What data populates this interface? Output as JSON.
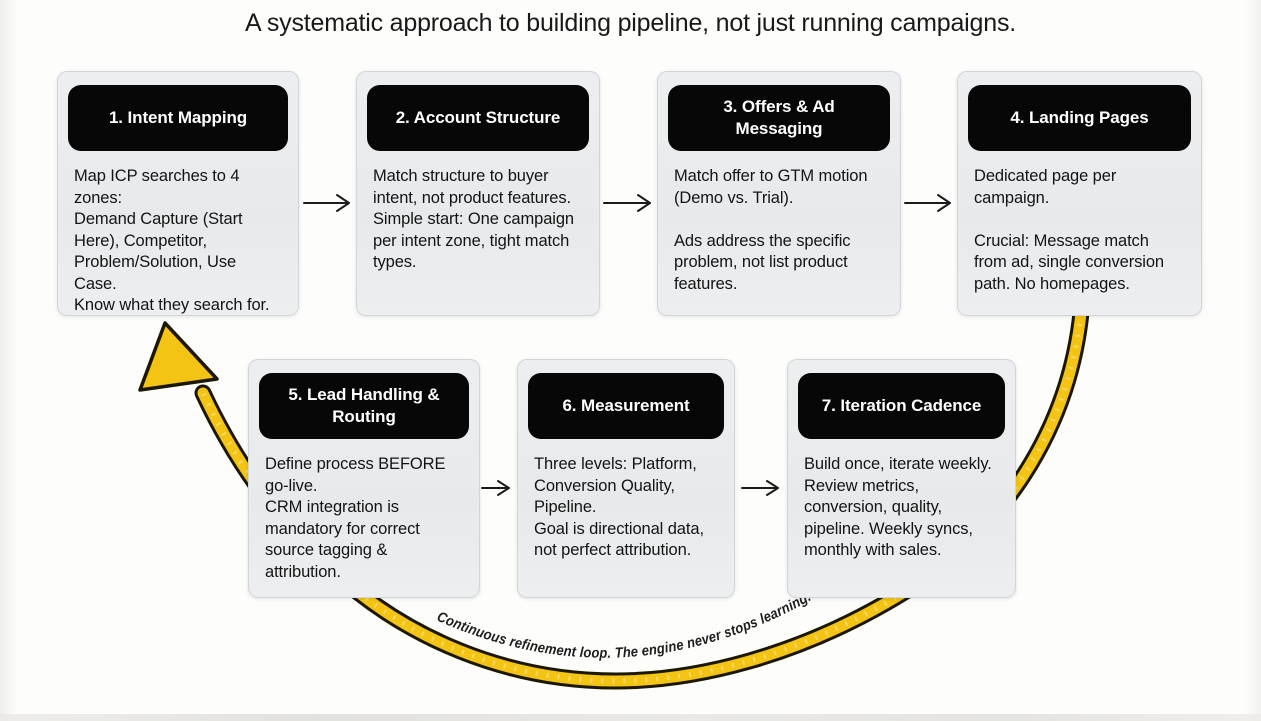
{
  "title": "A systematic approach to building pipeline, not just running campaigns.",
  "cards": [
    {
      "title": "1. Intent Mapping",
      "body": "Map ICP searches to 4 zones:\nDemand Capture (Start Here), Competitor, Problem/Solution, Use Case.\nKnow what they search for."
    },
    {
      "title": "2. Account Structure",
      "body": "Match structure to buyer intent, not product features.\nSimple start: One campaign per intent zone, tight match types."
    },
    {
      "title": "3. Offers & Ad Messaging",
      "body": "Match offer to GTM motion (Demo vs. Trial).\n\nAds address the specific problem, not list product features."
    },
    {
      "title": "4. Landing Pages",
      "body": "Dedicated page per campaign.\n\nCrucial: Message match from ad, single conversion path. No homepages."
    },
    {
      "title": "5. Lead Handling & Routing",
      "body": "Define process BEFORE go-live.\nCRM integration is mandatory for correct source tagging & attribution."
    },
    {
      "title": "6. Measurement",
      "body": "Three levels: Platform, Conversion Quality, Pipeline.\nGoal is directional data, not perfect attribution."
    },
    {
      "title": "7. Iteration Cadence",
      "body": "Build once, iterate weekly. Review metrics, conversion, quality, pipeline. Weekly syncs, monthly with sales."
    }
  ],
  "loop": {
    "label": "Continuous refinement loop. The engine never stops learning."
  },
  "colors": {
    "accent_yellow": "#F3C413",
    "outline_black": "#1C1703",
    "card_bg": "#E9EBED",
    "pill_bg": "#070707",
    "pill_text": "#FFFFFF",
    "body_text": "#141414"
  }
}
